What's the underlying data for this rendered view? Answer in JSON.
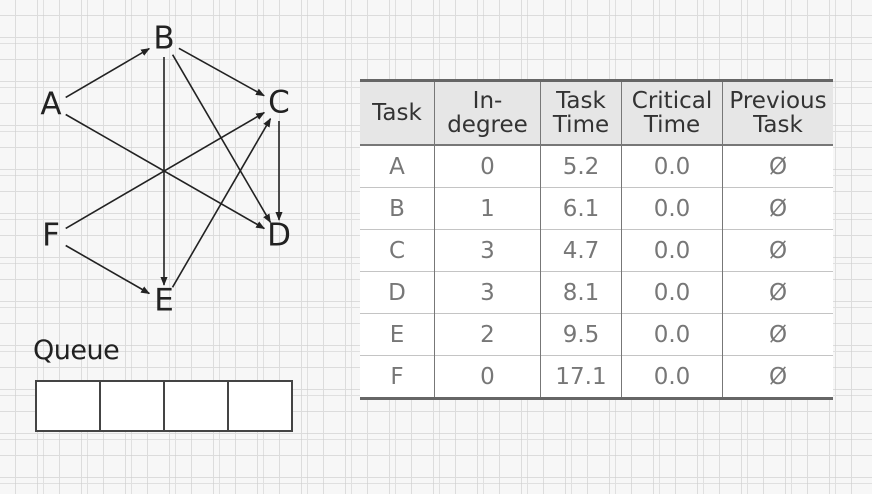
{
  "graph": {
    "nodes": [
      {
        "id": "A",
        "label": "A"
      },
      {
        "id": "B",
        "label": "B"
      },
      {
        "id": "C",
        "label": "C"
      },
      {
        "id": "D",
        "label": "D"
      },
      {
        "id": "E",
        "label": "E"
      },
      {
        "id": "F",
        "label": "F"
      }
    ],
    "edges": [
      {
        "from": "A",
        "to": "B"
      },
      {
        "from": "A",
        "to": "D"
      },
      {
        "from": "B",
        "to": "C"
      },
      {
        "from": "B",
        "to": "D"
      },
      {
        "from": "B",
        "to": "E"
      },
      {
        "from": "C",
        "to": "D"
      },
      {
        "from": "F",
        "to": "C"
      },
      {
        "from": "F",
        "to": "E"
      },
      {
        "from": "E",
        "to": "C"
      }
    ]
  },
  "queue": {
    "title": "Queue",
    "cells": [
      "",
      "",
      "",
      ""
    ]
  },
  "table": {
    "headers": {
      "task": "Task",
      "indegree_1": "In-",
      "indegree_2": "degree",
      "time_1": "Task",
      "time_2": "Time",
      "critical_1": "Critical",
      "critical_2": "Time",
      "previous_1": "Previous",
      "previous_2": "Task"
    },
    "rows": [
      {
        "task": "A",
        "indegree": "0",
        "time": "5.2",
        "critical": "0.0",
        "previous": "Ø"
      },
      {
        "task": "B",
        "indegree": "1",
        "time": "6.1",
        "critical": "0.0",
        "previous": "Ø"
      },
      {
        "task": "C",
        "indegree": "3",
        "time": "4.7",
        "critical": "0.0",
        "previous": "Ø"
      },
      {
        "task": "D",
        "indegree": "3",
        "time": "8.1",
        "critical": "0.0",
        "previous": "Ø"
      },
      {
        "task": "E",
        "indegree": "2",
        "time": "9.5",
        "critical": "0.0",
        "previous": "Ø"
      },
      {
        "task": "F",
        "indegree": "0",
        "time": "17.1",
        "critical": "0.0",
        "previous": "Ø"
      }
    ]
  },
  "colors": {
    "task_time": "#8b1a1a",
    "header_bg": "#e6e6e6"
  }
}
